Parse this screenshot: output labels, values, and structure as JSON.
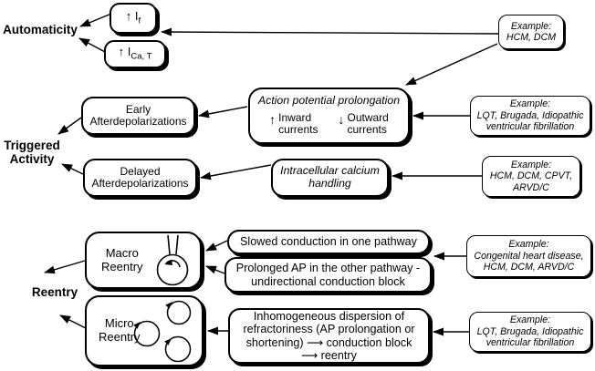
{
  "colors": {
    "ink": "#000000",
    "paper": "#ffffff"
  },
  "labels": {
    "automaticity": "Automaticity",
    "triggered": {
      "lines": [
        "Triggered",
        "Activity"
      ]
    },
    "reentry": "Reentry"
  },
  "boxes": {
    "if_current": {
      "arrow": "↑",
      "symbol": "I",
      "subscript": "f"
    },
    "ca_t_current": {
      "arrow": "↑",
      "symbol": "I",
      "subscript": "Ca, T"
    },
    "example_automaticity": {
      "lines": [
        "Example:",
        "HCM, DCM"
      ]
    },
    "early_afterdepolarizations": {
      "lines": [
        "Early",
        "Afterdepolarizations"
      ]
    },
    "action_potential_prolongation": {
      "title": "Action potential prolongation",
      "inward": {
        "arrow": "↑",
        "lines": [
          "Inward",
          "currents"
        ]
      },
      "outward": {
        "arrow": "↓",
        "lines": [
          "Outward",
          "currents"
        ]
      }
    },
    "example_eads": {
      "lines": [
        "Example:",
        "LQT, Brugada, Idiopathic",
        "ventricular fibrillation"
      ]
    },
    "delayed_afterdepolarizations": {
      "lines": [
        "Delayed",
        "Afterdepolarizations"
      ]
    },
    "intracellular_calcium": {
      "lines": [
        "Intracellular calcium",
        "handling"
      ]
    },
    "example_dads": {
      "lines": [
        "Example:",
        "HCM, DCM, CPVT,",
        "ARVD/C"
      ]
    },
    "macro_reentry": {
      "lines": [
        "Macro",
        "Reentry"
      ],
      "icon": "reentry-loop-icon"
    },
    "slowed_conduction": {
      "lines": [
        "Slowed conduction in one pathway"
      ]
    },
    "prolonged_ap": {
      "lines": [
        "Prolonged AP in the other pathway -",
        "undirectional conduction block"
      ]
    },
    "example_macro_reentry": {
      "lines": [
        "Example:",
        "Congenital heart disease,",
        "HCM, DCM, ARVD/C"
      ]
    },
    "micro_reentry": {
      "lines": [
        "Micro",
        "Reentry"
      ],
      "icon": "micro-reentry-circles-icon"
    },
    "inhomogeneous_dispersion": {
      "lines": [
        "Inhomogeneous dispersion of",
        "refractoriness (AP prolongation or",
        "shortening) ⟶ conduction block",
        "⟶ reentry"
      ]
    },
    "example_micro_reentry": {
      "lines": [
        "Example:",
        "LQT, Brugada, Idiopathic",
        "ventricular fibrillation"
      ]
    }
  }
}
